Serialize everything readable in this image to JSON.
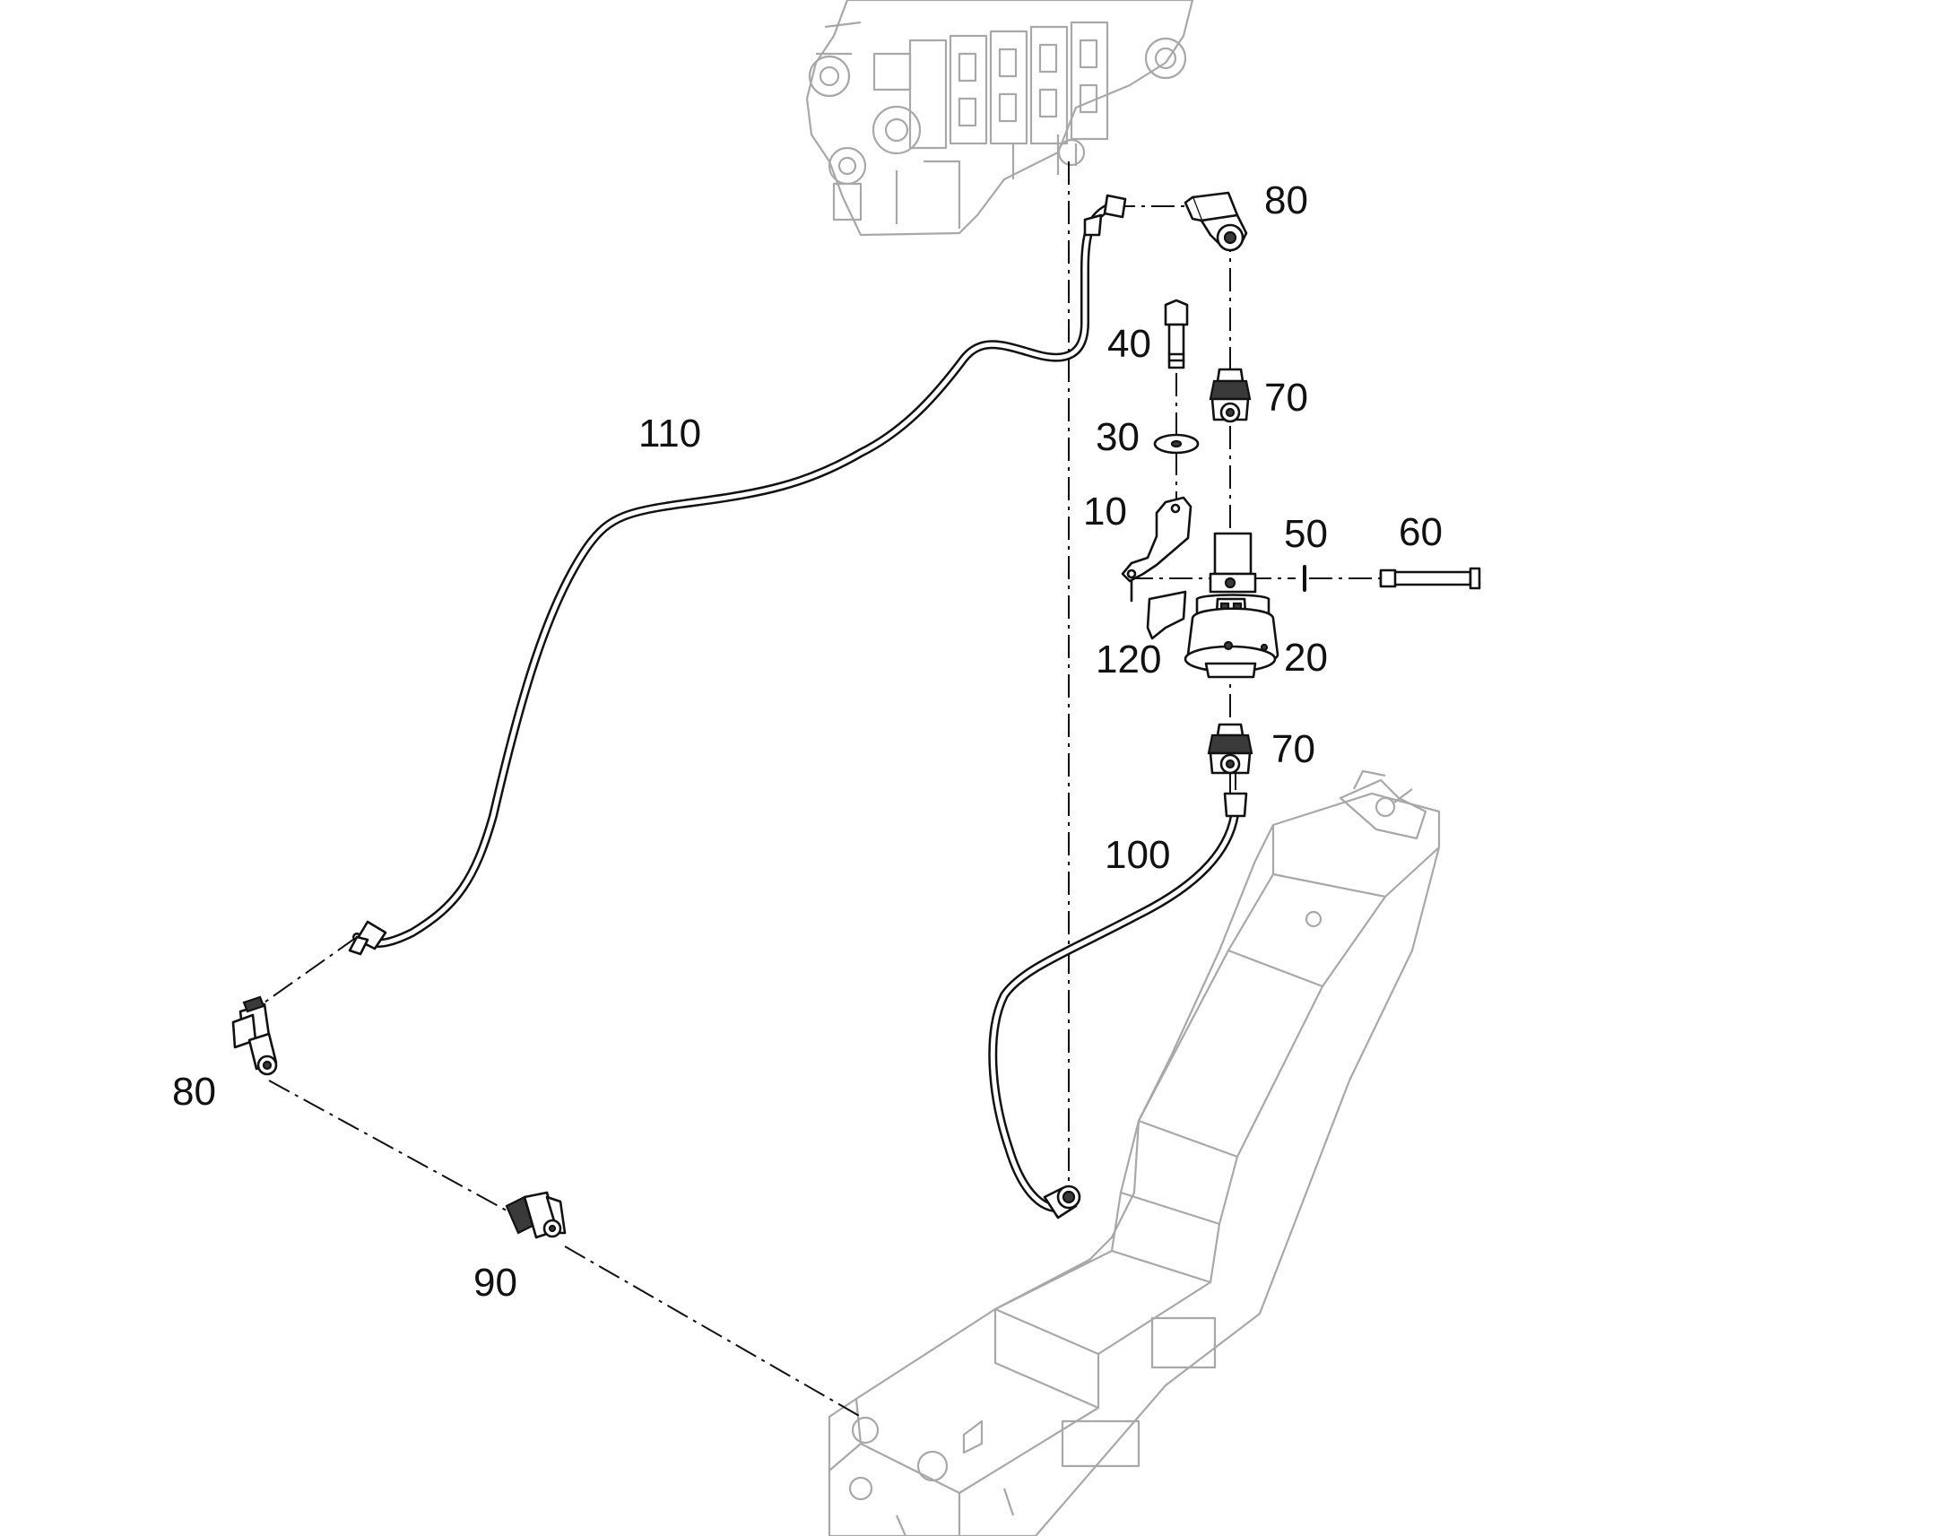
{
  "callouts": [
    {
      "id": "c80_top",
      "label": "80"
    },
    {
      "id": "c40",
      "label": "40"
    },
    {
      "id": "c70_top",
      "label": "70"
    },
    {
      "id": "c30",
      "label": "30"
    },
    {
      "id": "c110",
      "label": "110"
    },
    {
      "id": "c10",
      "label": "10"
    },
    {
      "id": "c50",
      "label": "50"
    },
    {
      "id": "c60",
      "label": "60"
    },
    {
      "id": "c120",
      "label": "120"
    },
    {
      "id": "c20",
      "label": "20"
    },
    {
      "id": "c70_bottom",
      "label": "70"
    },
    {
      "id": "c100",
      "label": "100"
    },
    {
      "id": "c80_left",
      "label": "80"
    },
    {
      "id": "c90",
      "label": "90"
    }
  ],
  "colors": {
    "line": "#111111",
    "ghost": "#a8a8a8",
    "background": "#ffffff"
  }
}
